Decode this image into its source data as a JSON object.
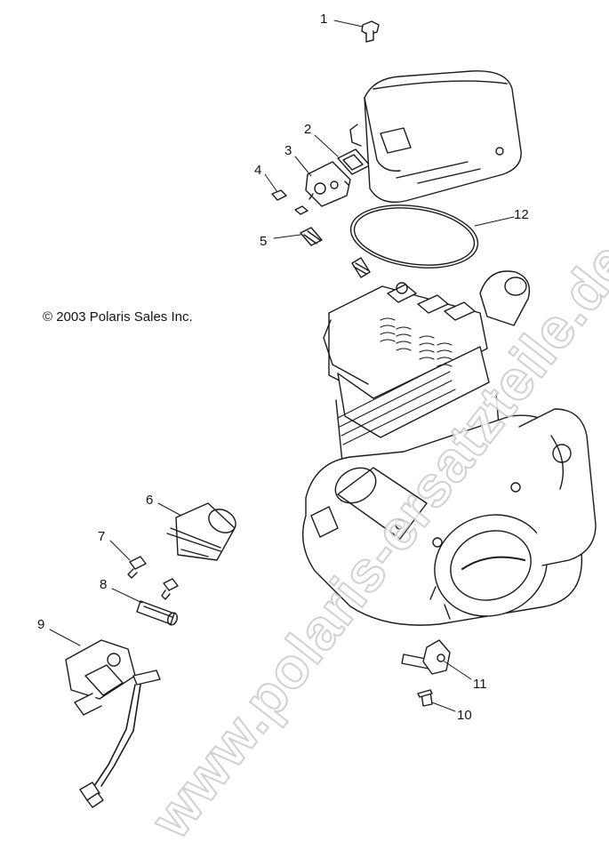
{
  "copyright": "© 2003 Polaris Sales Inc.",
  "watermark": "www.polaris-ersatzteile.de",
  "callouts": {
    "c1": "1",
    "c2": "2",
    "c3": "3",
    "c4": "4",
    "c5": "5",
    "c6": "6",
    "c7": "7",
    "c8": "8",
    "c9": "9",
    "c10": "10",
    "c11": "11",
    "c12": "12"
  },
  "colors": {
    "line": "#1a1a1a",
    "part_fill": "#ffffff",
    "shade": "#bdbdbd",
    "watermark_outline": "#c9c9c9"
  }
}
